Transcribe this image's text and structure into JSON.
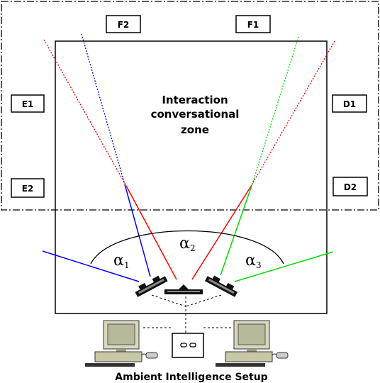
{
  "diagram": {
    "zone_labels": {
      "F2": "F2",
      "F1": "F1",
      "E1": "E1",
      "E2": "E2",
      "D1": "D1",
      "D2": "D2"
    },
    "interaction_zone": {
      "line1": "Interaction",
      "line2": "conversational",
      "line3": "zone"
    },
    "angles": {
      "a1": {
        "symbol": "α",
        "sub": "1"
      },
      "a2": {
        "symbol": "α",
        "sub": "2"
      },
      "a3": {
        "symbol": "α",
        "sub": "3"
      }
    },
    "caption": "Ambient Intelligence Setup",
    "colors": {
      "red": "#ff0000",
      "blue": "#0000ff",
      "green": "#00dd00",
      "black": "#000000"
    }
  }
}
